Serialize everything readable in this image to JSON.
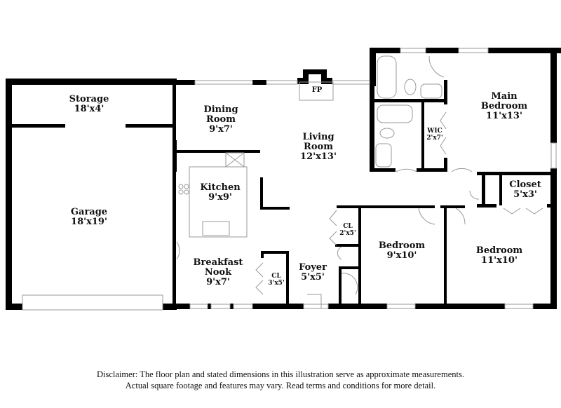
{
  "rooms": [
    {
      "id": "storage",
      "name": "Storage",
      "dims": "18'x4'"
    },
    {
      "id": "garage",
      "name": "Garage",
      "dims": "18'x19'"
    },
    {
      "id": "dining",
      "name_line1": "Dining",
      "name_line2": "Room",
      "dims": "9'x7'"
    },
    {
      "id": "living",
      "name_line1": "Living",
      "name_line2": "Room",
      "dims": "12'x13'"
    },
    {
      "id": "kitchen",
      "name": "Kitchen",
      "dims": "9'x9'"
    },
    {
      "id": "breakfast",
      "name_line1": "Breakfast",
      "name_line2": "Nook",
      "dims": "9'x7'"
    },
    {
      "id": "cl_nook",
      "name": "CL",
      "dims": "3'x5'"
    },
    {
      "id": "foyer",
      "name": "Foyer",
      "dims": "5'x5'"
    },
    {
      "id": "cl_hall",
      "name": "CL",
      "dims": "2'x5'"
    },
    {
      "id": "bedroom2",
      "name": "Bedroom",
      "dims": "9'x10'"
    },
    {
      "id": "bedroom3",
      "name": "Bedroom",
      "dims": "11'x10'"
    },
    {
      "id": "closet",
      "name": "Closet",
      "dims": "5'x3'"
    },
    {
      "id": "wic",
      "name": "WIC",
      "dims": "2'x7'"
    },
    {
      "id": "main_bedroom",
      "name_line1": "Main",
      "name_line2": "Bedroom",
      "dims": "11'x13'"
    }
  ],
  "fireplace": {
    "label": "FP"
  },
  "disclaimer": {
    "line1": "Disclaimer: The floor plan and stated dimensions in this illustration serve as approximate measurements.",
    "line2": "Actual square footage and features may vary. Read terms and conditions for more detail."
  },
  "colors": {
    "wall": "#000000",
    "fixture": "#9a9a9a",
    "background": "#ffffff"
  }
}
